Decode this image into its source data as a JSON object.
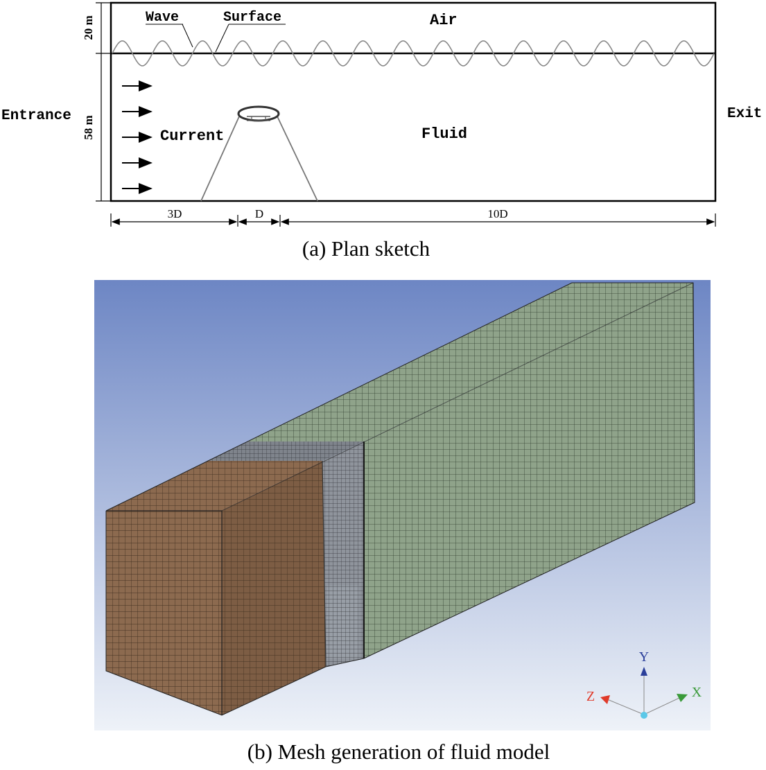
{
  "panel_a": {
    "labels": {
      "wave": "Wave",
      "surface": "Surface",
      "air": "Air",
      "entrance": "Entrance",
      "exit": "Exit",
      "current": "Current",
      "fluid": "Fluid",
      "height_top": "20 m",
      "height_bottom": "58 m",
      "dim_left": "3D",
      "dim_mid": "D",
      "dim_right": "10D"
    },
    "caption": "(a) Plan sketch",
    "current_arrow_count": 5,
    "wave_cycles": 15
  },
  "panel_b": {
    "caption": "(b) Mesh generation of fluid model",
    "axes": {
      "y": "Y",
      "z": "Z",
      "x": "X"
    },
    "colors": {
      "sky_top": "#6d86c4",
      "sky_bottom": "#eef2f8",
      "mesh_inlet": "#8c6a4f",
      "mesh_mid": "#8f949c",
      "mesh_outlet": "#8fa38a",
      "axis_y": "#2b3f9a",
      "axis_z": "#e03a2a",
      "axis_x": "#3a9a3a"
    }
  }
}
